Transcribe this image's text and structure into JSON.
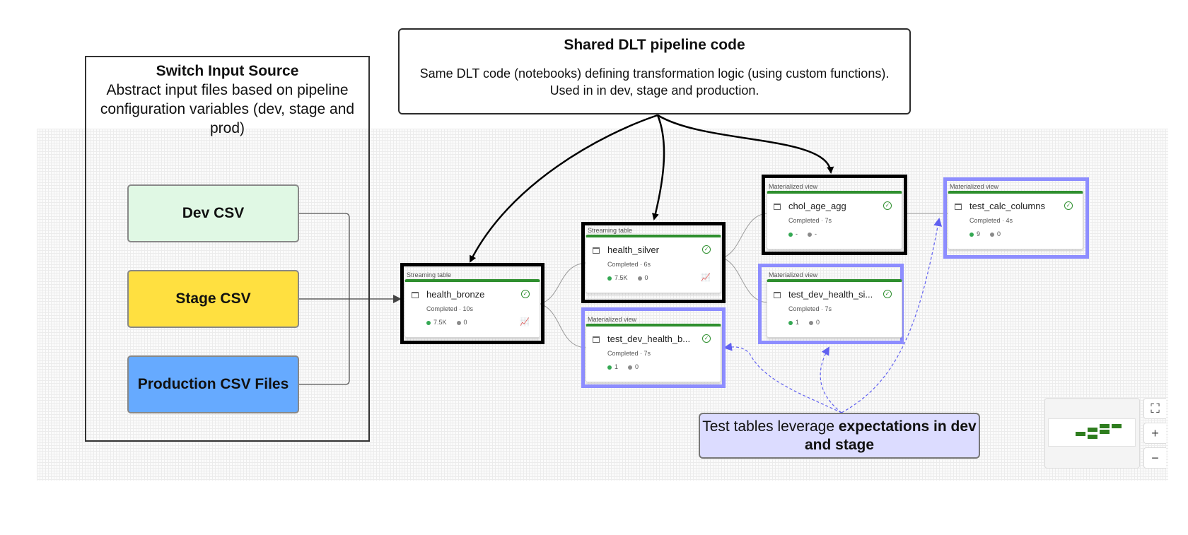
{
  "source_callout": {
    "title": "Switch Input Source",
    "body": "Abstract input files based on pipeline configuration variables (dev, stage and prod)"
  },
  "shared_callout": {
    "title": "Shared DLT pipeline code",
    "body": "Same DLT code (notebooks) defining transformation logic (using custom functions). Used in in dev, stage and production."
  },
  "sources": {
    "dev": "Dev CSV",
    "stage": "Stage CSV",
    "prod": "Production CSV Files"
  },
  "nodes": {
    "health_bronze": {
      "kind": "Streaming table",
      "name": "health_bronze",
      "status": "Completed · 10s",
      "passed": "7.5K",
      "dropped": "0"
    },
    "health_silver": {
      "kind": "Streaming table",
      "name": "health_silver",
      "status": "Completed · 6s",
      "passed": "7.5K",
      "dropped": "0"
    },
    "test_dev_health_bronze": {
      "kind": "Materialized view",
      "name": "test_dev_health_b...",
      "status": "Completed · 7s",
      "passed": "1",
      "dropped": "0"
    },
    "chol_age_agg": {
      "kind": "Materialized view",
      "name": "chol_age_agg",
      "status": "Completed · 7s",
      "passed": "-",
      "dropped": "-"
    },
    "test_dev_health_silver": {
      "kind": "Materialized view",
      "name": "test_dev_health_si...",
      "status": "Completed · 7s",
      "passed": "1",
      "dropped": "0"
    },
    "test_calc_columns": {
      "kind": "Materialized view",
      "name": "test_calc_columns",
      "status": "Completed · 4s",
      "passed": "9",
      "dropped": "0"
    }
  },
  "note": {
    "plain": "Test tables leverage ",
    "bold": "expectations in dev and stage"
  },
  "controls": {
    "fit": "⛶",
    "zoom_in": "+",
    "zoom_out": "−"
  },
  "colors": {
    "highlight": "#000000",
    "test_highlight": "#8d8dff",
    "node_accent": "#2e8f2e",
    "dev": "#e0f8e4",
    "stage": "#ffe040",
    "prod": "#66aaff",
    "note_bg": "#dcdcff"
  }
}
